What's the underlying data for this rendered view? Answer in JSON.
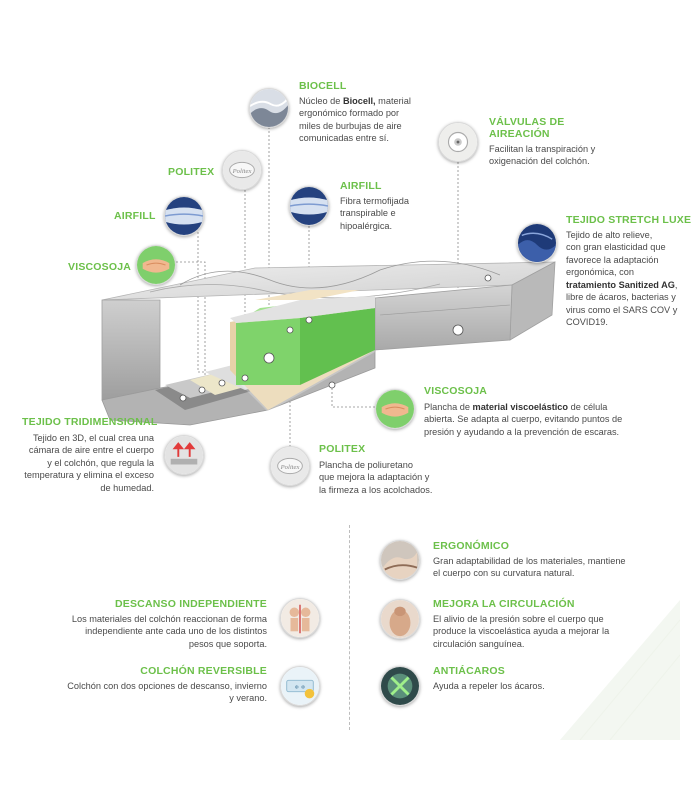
{
  "features": {
    "biocell": {
      "title": "BIOCELL",
      "d1": "Núcleo de ",
      "d1b": "Biocell,",
      "d1c": " material",
      "d2": "ergonómico formado por",
      "d3": "miles de burbujas de aire",
      "d4": "comunicadas entre sí."
    },
    "valvulas": {
      "title1": "VÁLVULAS DE",
      "title2": "AIREACIÓN",
      "d1": "Facilitan la transpiración y",
      "d2": "oxigenación del colchón."
    },
    "politex_top": {
      "title": "POLITEX"
    },
    "airfill_left": {
      "title": "AIRFILL"
    },
    "airfill_right": {
      "title": "AIRFILL",
      "d1": "Fibra termofijada",
      "d2": "transpirable e",
      "d3": "hipoalérgica."
    },
    "viscosoja_left": {
      "title": "VISCOSOJA"
    },
    "stretch": {
      "title": "TEJIDO STRETCH LUXE",
      "d1": "Tejido de alto relieve,",
      "d2": "con gran elasticidad que",
      "d3": "favorece la adaptación",
      "d4": "ergonómica, con",
      "d5b": "tratamiento Sanitized AG",
      "d5c": ",",
      "d6": "libre de ácaros, bacterias y",
      "d7": "virus como el SARS COV y",
      "d8": "COVID19."
    },
    "viscosoja_right": {
      "title": "VISCOSOJA",
      "d1a": "Plancha de ",
      "d1b": "material viscoelástico",
      "d1c": " de célula",
      "d2": "abierta. Se adapta al cuerpo, evitando puntos de",
      "d3": "presión y ayudando a la prevención de escaras."
    },
    "tridimensional": {
      "title": "TEJIDO TRIDIMENSIONAL",
      "d1": "Tejido en 3D, el cual crea una",
      "d2": "cámara de aire entre el cuerpo",
      "d3": "y el colchón, que regula la",
      "d4": "temperatura y elimina el exceso",
      "d5": "de humedad."
    },
    "politex_bottom": {
      "title": "POLITEX",
      "d1": "Plancha de poliuretano",
      "d2": "que mejora la adaptación y",
      "d3": "la firmeza a los acolchados."
    }
  },
  "benefits": {
    "descanso": {
      "title": "DESCANSO INDEPENDIENTE",
      "d1": "Los materiales del colchón reaccionan de forma",
      "d2": "independiente ante cada uno de los distintos",
      "d3": "pesos que soporta."
    },
    "reversible": {
      "title": "COLCHÓN REVERSIBLE",
      "d1": "Colchón con dos opciones de descanso, invierno",
      "d2": "y verano."
    },
    "ergonomico": {
      "title": "ERGONÓMICO",
      "d1": "Gran adaptabilidad de los materiales, mantiene",
      "d2": "el cuerpo con su curvatura natural."
    },
    "circulacion": {
      "title": "MEJORA LA CIRCULACIÓN",
      "d1": "El alivio de la presión sobre el cuerpo que",
      "d2": "produce la viscoelástica ayuda a mejorar la",
      "d3": "circulación sanguínea."
    },
    "antiacaros": {
      "title": "ANTIÁCAROS",
      "d1": "Ayuda a repeler los ácaros."
    }
  },
  "colors": {
    "accent_green": "#6cc04a",
    "core_green": "#7fd36b",
    "text": "#4a4a4a"
  },
  "icons": [
    "biocell-icon",
    "valve-icon",
    "politex-icon",
    "airfill-icon",
    "viscosoja-icon",
    "stretch-fabric-icon",
    "3d-fabric-icon",
    "independent-rest-icon",
    "reversible-icon",
    "ergonomic-icon",
    "circulation-icon",
    "anti-mite-icon"
  ]
}
